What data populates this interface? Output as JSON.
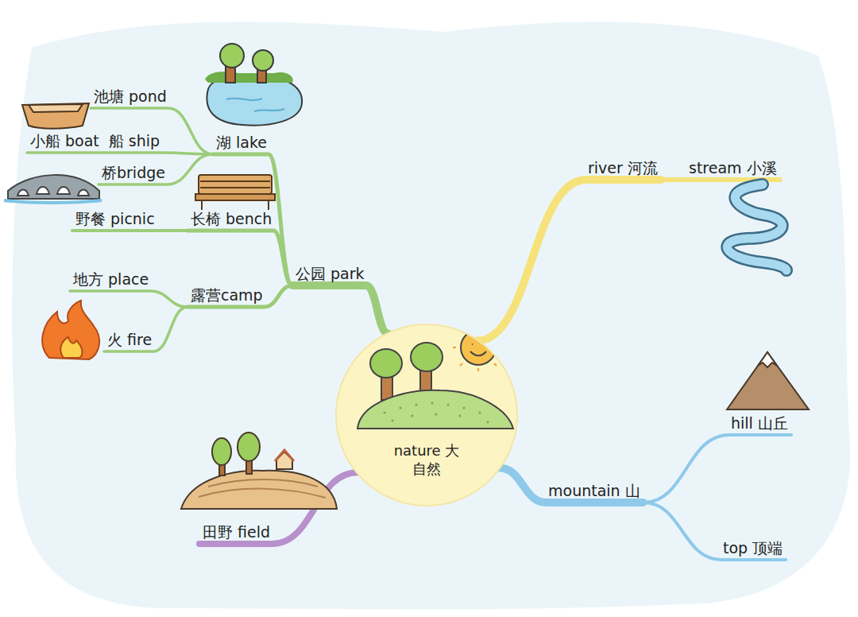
{
  "diagram": {
    "nodes": [
      {
        "text": [
          "nature 大自然"
        ]
      },
      {
        "text": [
          "公园 park"
        ]
      },
      {
        "text": [
          "湖 lake"
        ]
      },
      {
        "text": [
          "池塘 pond"
        ]
      },
      {
        "text": [
          "小船 boat",
          "船 ship"
        ]
      },
      {
        "text": [
          "桥bridge"
        ]
      },
      {
        "text": [
          "长椅 bench"
        ]
      },
      {
        "text": [
          "野餐 picnic"
        ]
      },
      {
        "text": [
          "露营camp"
        ]
      },
      {
        "text": [
          "地方 place"
        ]
      },
      {
        "text": [
          "火 fire"
        ]
      },
      {
        "text": [
          "river 河流"
        ]
      },
      {
        "text": [
          "stream 小溪"
        ]
      },
      {
        "text": [
          "mountain 山"
        ]
      },
      {
        "text": [
          "hill 山丘"
        ]
      },
      {
        "text": [
          "top 顶端"
        ]
      },
      {
        "text": [
          "田野 field"
        ]
      }
    ],
    "edges": [
      {
        "from": 0,
        "to": 1,
        "arrow": "none"
      },
      {
        "from": 1,
        "to": 2,
        "arrow": "none"
      },
      {
        "from": 2,
        "to": 3,
        "arrow": "none"
      },
      {
        "from": 2,
        "to": 4,
        "arrow": "none"
      },
      {
        "from": 2,
        "to": 5,
        "arrow": "none"
      },
      {
        "from": 1,
        "to": 6,
        "arrow": "none"
      },
      {
        "from": 6,
        "to": 7,
        "arrow": "none"
      },
      {
        "from": 1,
        "to": 8,
        "arrow": "none"
      },
      {
        "from": 8,
        "to": 9,
        "arrow": "none"
      },
      {
        "from": 8,
        "to": 10,
        "arrow": "none"
      },
      {
        "from": 0,
        "to": 11,
        "arrow": "none"
      },
      {
        "from": 11,
        "to": 12,
        "arrow": "none"
      },
      {
        "from": 0,
        "to": 13,
        "arrow": "none"
      },
      {
        "from": 13,
        "to": 14,
        "arrow": "none"
      },
      {
        "from": 13,
        "to": 15,
        "arrow": "none"
      },
      {
        "from": 0,
        "to": 16,
        "arrow": "none"
      }
    ]
  }
}
